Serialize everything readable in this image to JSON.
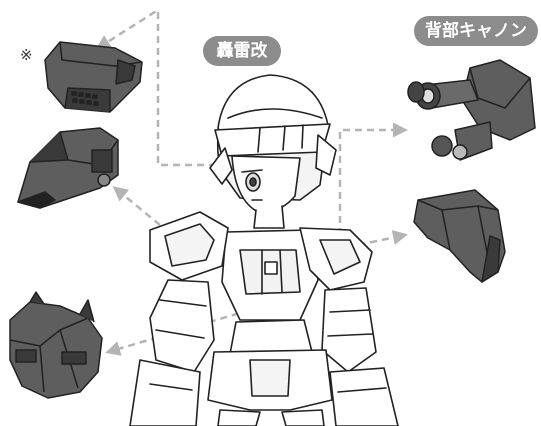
{
  "labels": {
    "center_name": "轟雷改",
    "back_part": "背部キャノン",
    "note_mark": "※"
  },
  "colors": {
    "label_bg": "#8c8c8c",
    "label_text": "#ffffff",
    "part_fill": "#5e5e5e",
    "part_dark": "#3a3a3a",
    "guide_line": "#b4b4b4",
    "line_art": "#222222"
  },
  "icons": {
    "parts": [
      "head-armor-part",
      "shoulder-armor-part",
      "arm-armor-part",
      "back-cannon-part",
      "leg-armor-part"
    ],
    "figure": "robot-girl-figure"
  }
}
